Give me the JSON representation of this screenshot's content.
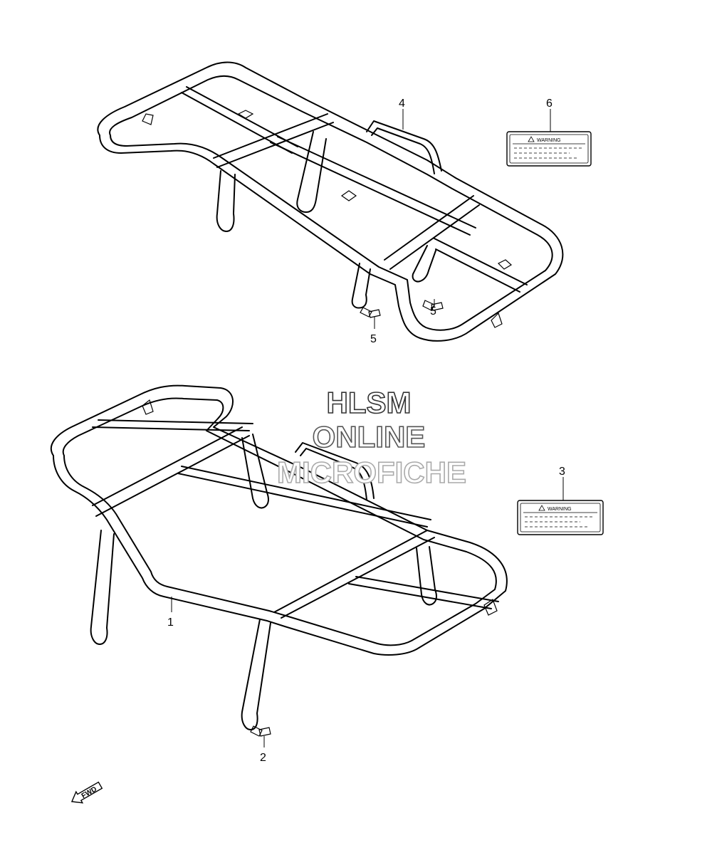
{
  "watermark": {
    "line1": "HLSM",
    "line2": "ONLINE",
    "line3": "MICROFICHE",
    "colors": [
      "#333333",
      "#555555",
      "#999999"
    ]
  },
  "callouts": {
    "part_1": "1",
    "part_2": "2",
    "part_3": "3",
    "part_4": "4",
    "part_5a": "5",
    "part_5b": "5",
    "part_6": "6"
  },
  "labels": {
    "label_3_text": "WARNING",
    "label_6_text": "WARNING"
  },
  "fwd_arrow": {
    "text": "FWD"
  }
}
